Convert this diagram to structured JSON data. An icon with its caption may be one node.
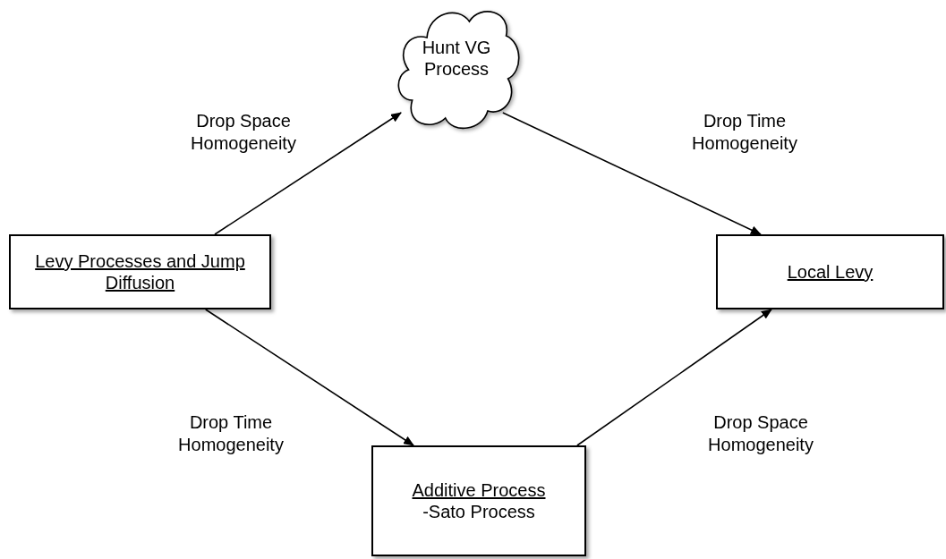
{
  "diagram": {
    "nodes": [
      {
        "text": [
          "Hunt VG Process"
        ]
      },
      {
        "text": [
          "Levy Processes and Jump Diffusion"
        ]
      },
      {
        "text": [
          "Local Levy"
        ]
      },
      {
        "text": [
          "Additive Process",
          "-Sato Process"
        ]
      }
    ],
    "edges": [
      {
        "from": 1,
        "to": 0,
        "arrow": "to",
        "label": "Drop Space Homogeneity"
      },
      {
        "from": 0,
        "to": 2,
        "arrow": "to",
        "label": "Drop Time Homogeneity"
      },
      {
        "from": 1,
        "to": 3,
        "arrow": "to",
        "label": "Drop Time Homogeneity"
      },
      {
        "from": 3,
        "to": 2,
        "arrow": "to",
        "label": "Drop Space Homogeneity"
      }
    ]
  }
}
